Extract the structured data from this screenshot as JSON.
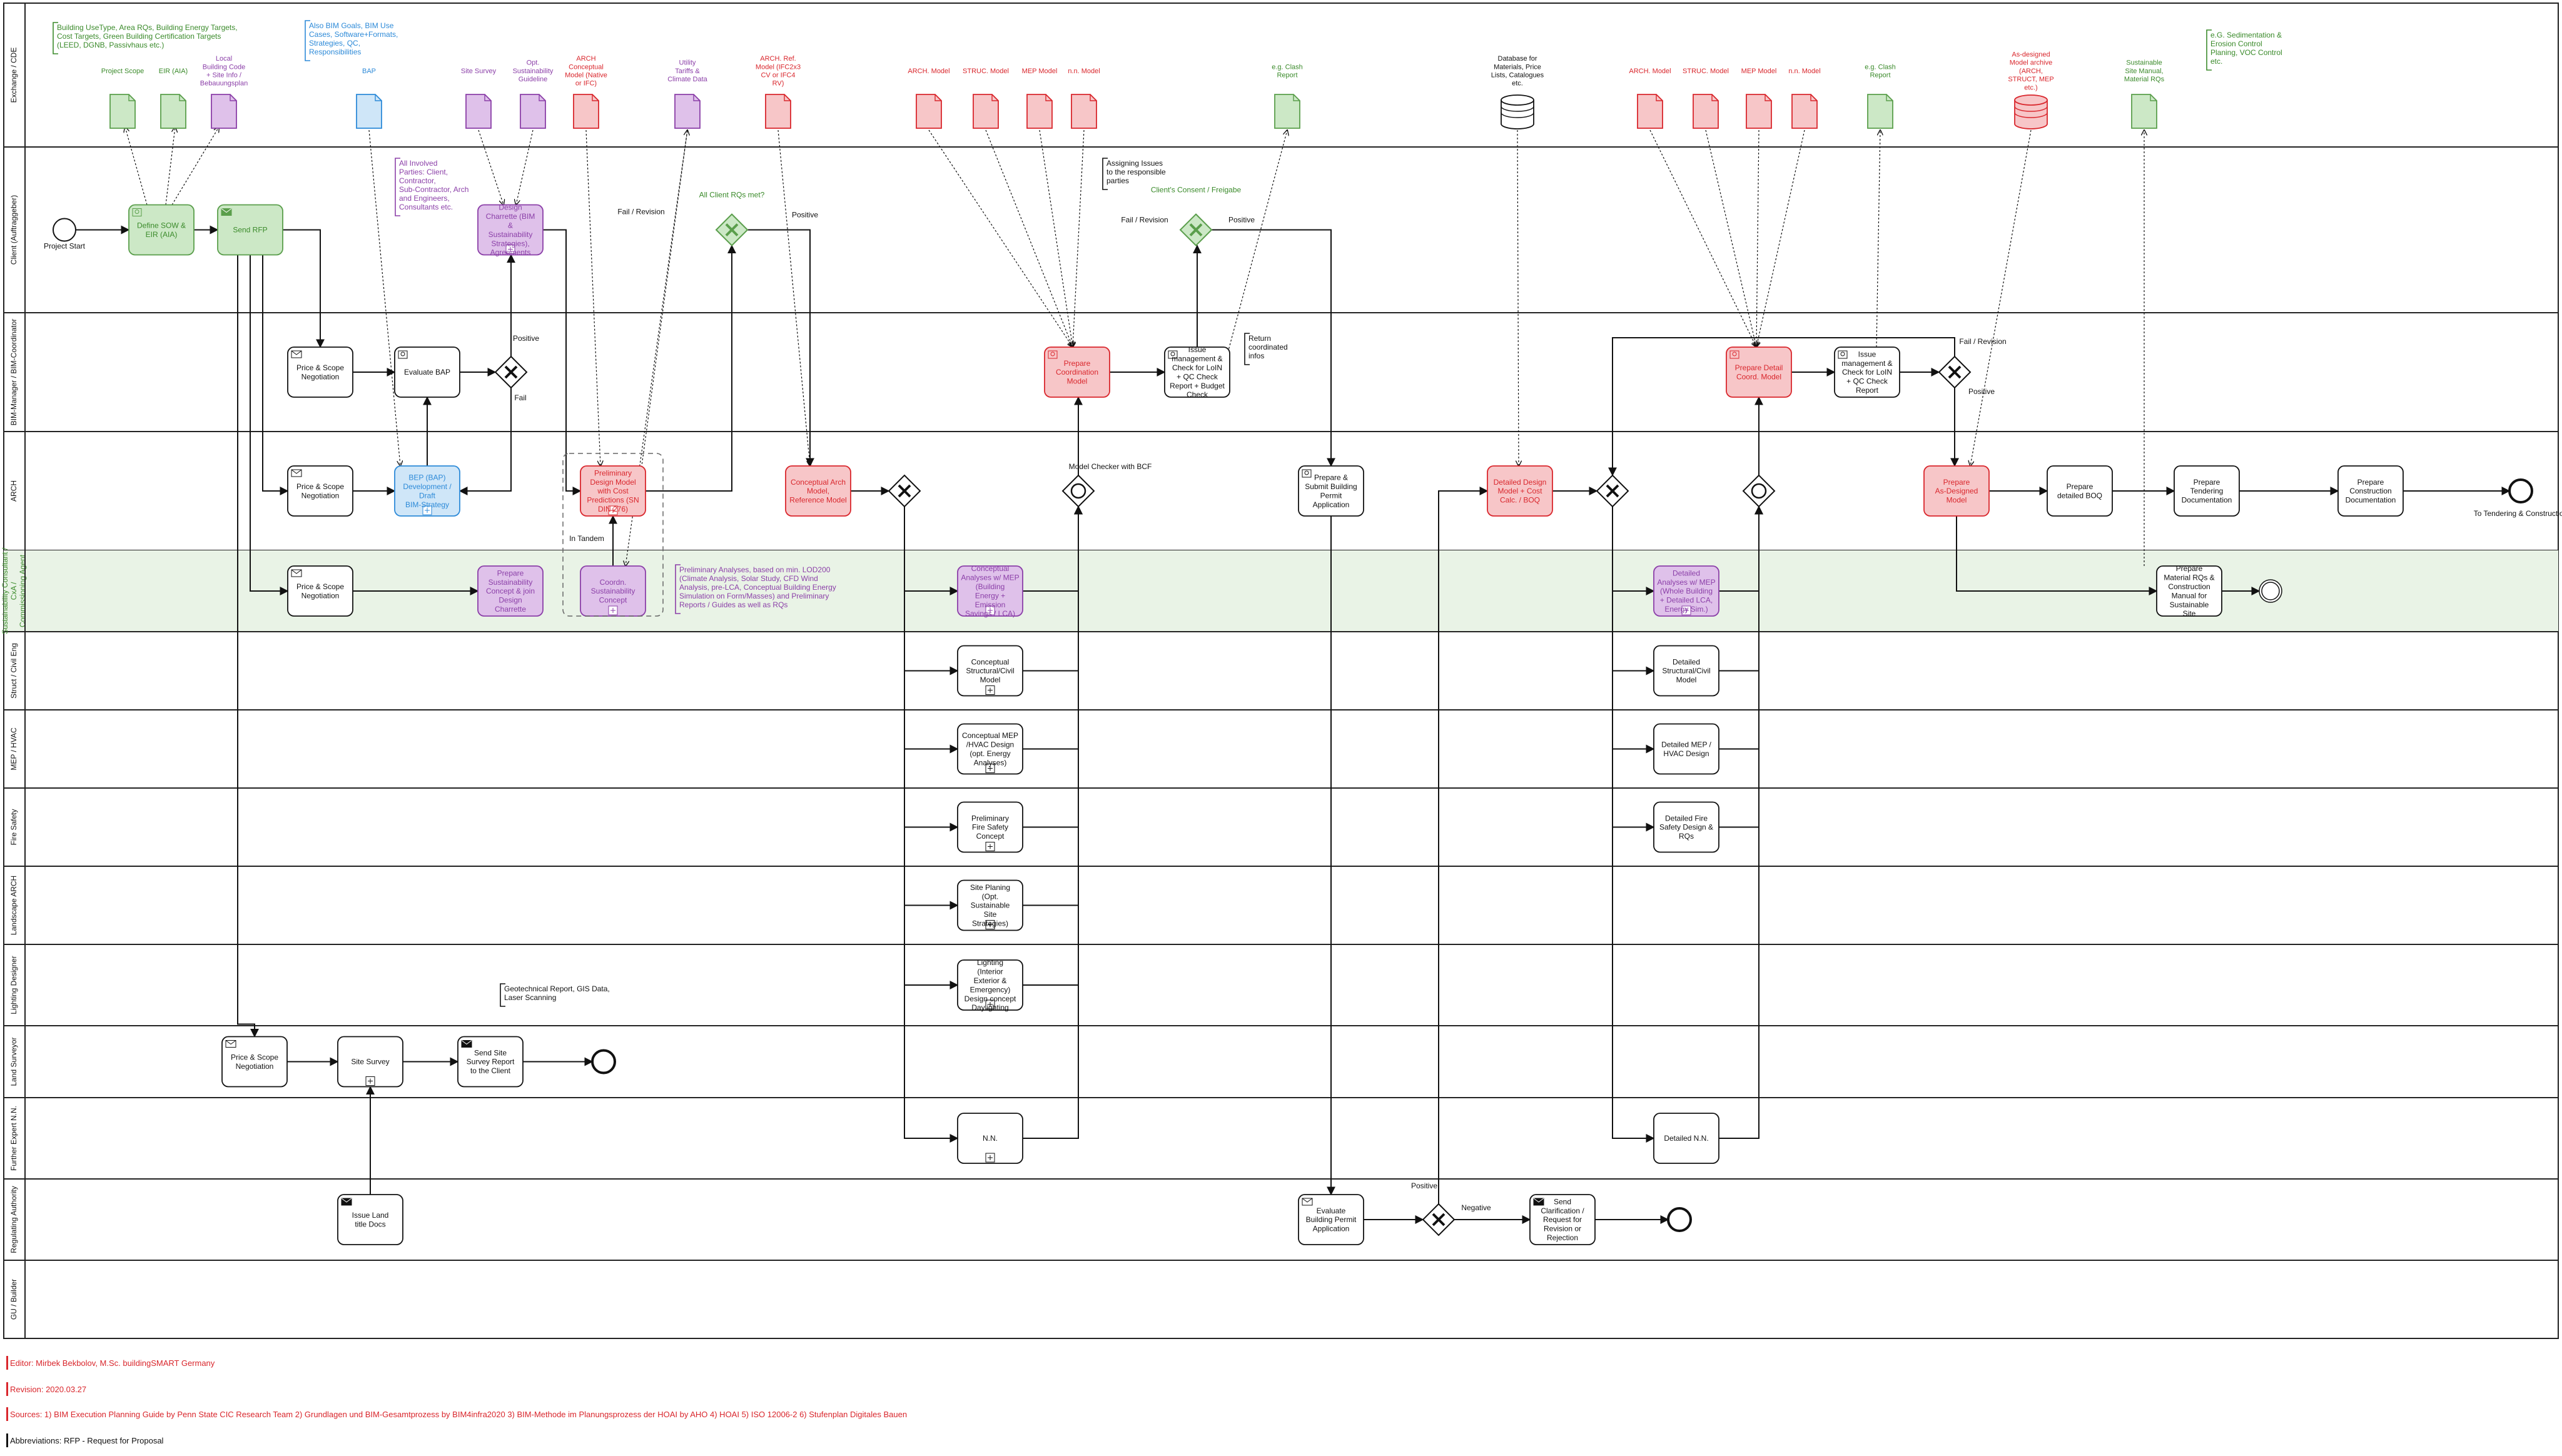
{
  "colors": {
    "lane_border": "#222222",
    "sustainability_fill": "#e9f3e6",
    "green_fill": "#cce8c6",
    "green_stroke": "#5a9e4b",
    "green_text": "#3a8a2a",
    "purple_fill": "#dfc1ea",
    "purple_stroke": "#8b3fa8",
    "purple_text": "#8b3fa8",
    "red_fill": "#f7c6c8",
    "red_stroke": "#d9262c",
    "red_text": "#d9262c",
    "blue_fill": "#cfe6f8",
    "blue_stroke": "#2d8ad8",
    "blue_text": "#2d8ad8",
    "black": "#111111"
  },
  "lanes": [
    {
      "id": "cde",
      "label": "Exchange / CDE"
    },
    {
      "id": "client",
      "label": "Client (Auftraggeber)"
    },
    {
      "id": "bim",
      "label": "BIM-Manager / BIM-Coordinator"
    },
    {
      "id": "arch",
      "label": "ARCH"
    },
    {
      "id": "sus",
      "label": "Sustainability Consultant / CxA / Commissioning Agent"
    },
    {
      "id": "struct",
      "label": "Struct / Civil Eng"
    },
    {
      "id": "mep",
      "label": "MEP / HVAC"
    },
    {
      "id": "fire",
      "label": "Fire Safety"
    },
    {
      "id": "land",
      "label": "Landscape ARCH"
    },
    {
      "id": "light",
      "label": "Lighting Designer"
    },
    {
      "id": "survey",
      "label": "Land Surveyor"
    },
    {
      "id": "further",
      "label": "Further Expert N.N."
    },
    {
      "id": "reg",
      "label": "Regulating Authority"
    },
    {
      "id": "gu",
      "label": "GU / Builder"
    }
  ],
  "cde_docs": [
    {
      "label": "Project Scope",
      "color": "green"
    },
    {
      "label": "EIR (AIA)",
      "color": "green"
    },
    {
      "label": "Local Building Code + Site Info / Bebauungsplan",
      "color": "purple"
    },
    {
      "label": "BAP",
      "color": "blue"
    },
    {
      "label": "Site Survey",
      "color": "purple"
    },
    {
      "label": "Opt. Sustainability Guideline",
      "color": "purple"
    },
    {
      "label": "ARCH Conceptual Model (Native or IFC)",
      "color": "red"
    },
    {
      "label": "Utility Tariffs & Climate Data",
      "color": "purple"
    },
    {
      "label": "ARCH. Ref. Model (IFC2x3 CV or IFC4 RV)",
      "color": "red"
    },
    {
      "label": "ARCH. Model",
      "color": "red"
    },
    {
      "label": "STRUC. Model",
      "color": "red"
    },
    {
      "label": "MEP Model",
      "color": "red"
    },
    {
      "label": "n.n. Model",
      "color": "red"
    },
    {
      "label": "e.g. Clash Report",
      "color": "green"
    },
    {
      "label": "Database for Materials, Price Lists, Catalogues etc.",
      "color": "black"
    },
    {
      "label": "ARCH. Model",
      "color": "red"
    },
    {
      "label": "STRUC. Model",
      "color": "red"
    },
    {
      "label": "MEP Model",
      "color": "red"
    },
    {
      "label": "n.n. Model",
      "color": "red"
    },
    {
      "label": "e.g. Clash Report",
      "color": "green"
    },
    {
      "label": "As-designed Model archive (ARCH, STRUCT, MEP etc.)",
      "color": "red"
    },
    {
      "label": "Sustainable Site Manual, Material RQs",
      "color": "green"
    }
  ],
  "annotations": [
    "Building UseType, Area RQs, Building Energy Targets, Cost Targets, Green Building Certification Targets (LEED, DGNB, Passivhaus etc.)",
    "Also BIM Goals, BIM Use Cases, Software+Formats, Strategies, QC, Responsibilities",
    "All Involved Parties: Client, Contractor, Sub-Contractor, Arch and Engineers, Consultants etc.",
    "Preliminary Analyses, based on min. LOD200 (Climate Analysis, Solar Study, CFD Wind Analysis, pre-LCA, Conceptual Building Energy Simulation on Form/Masses) and Preliminary Reports / Guides as well as RQs",
    "Assigning Issues to the responsible parties",
    "Return coordinated infos",
    "e.G. Sedimentation & Erosion Control Planing, VOC Control etc.",
    "Geotechnical Report, GIS Data, Laser Scanning"
  ],
  "tasks": [
    {
      "label": "Define SOW & EIR (AIA)"
    },
    {
      "label": "Send RFP"
    },
    {
      "label": "Design Charrette (BIM & Sustainability Strategies), Agreements"
    },
    {
      "label": "Price & Scope Negotiation"
    },
    {
      "label": "Evaluate BAP"
    },
    {
      "label": "Price & Scope Negotiation"
    },
    {
      "label": "BEP (BAP) Development / Draft BIM-Strategy"
    },
    {
      "label": "Preliminary Design Model with Cost Predictions (SN DIN 276)"
    },
    {
      "label": "Conceptual Arch Model, Reference Model"
    },
    {
      "label": "Price & Scope Negotiation"
    },
    {
      "label": "Prepare Sustainability Concept & join Design Charrette"
    },
    {
      "label": "Coordn. Sustainability Concept"
    },
    {
      "label": "Prepare Coordination Model"
    },
    {
      "label": "Issue management & Check for LoIN + QC Check Report + Budget Check"
    },
    {
      "label": "Conceptual Analyses w/ MEP (Building Energy + Emission Savings / LCA)"
    },
    {
      "label": "Conceptual Structural/Civil Model"
    },
    {
      "label": "Conceptual MEP /HVAC Design (opt. Energy Analyses)"
    },
    {
      "label": "Preliminary Fire Safety Concept"
    },
    {
      "label": "Site Planing (Opt. Sustainable Site Strategies)"
    },
    {
      "label": "Lighting (Interior Exterior & Emergency) Design concept Daylighting"
    },
    {
      "label": "N.N."
    },
    {
      "label": "Prepare & Submit Building Permit Application"
    },
    {
      "label": "Evaluate Building Permit Application"
    },
    {
      "label": "Send Clarification / Request for Revision or Rejection"
    },
    {
      "label": "Detailed Design Model + Cost Calc. / BOQ"
    },
    {
      "label": "Prepare Detail Coord. Model"
    },
    {
      "label": "Issue management & Check for LoIN + QC Check Report"
    },
    {
      "label": "Detailed Analyses w/ MEP (Whole Building + Detailed LCA, Energy Sim.)"
    },
    {
      "label": "Detailed Structural/Civil Model"
    },
    {
      "label": "Detailed MEP / HVAC Design"
    },
    {
      "label": "Detailed Fire Safety Design & RQs"
    },
    {
      "label": "Detailed N.N."
    },
    {
      "label": "Prepare As-Designed Model"
    },
    {
      "label": "Prepare detailed BOQ"
    },
    {
      "label": "Prepare Tendering Documentation"
    },
    {
      "label": "Prepare Construction Documentation"
    },
    {
      "label": "Prepare Material RQs & Construction Manual for Sustainable Site"
    },
    {
      "label": "Price & Scope Negotiation"
    },
    {
      "label": "Site Survey"
    },
    {
      "label": "Send Site Survey Report to the Client"
    },
    {
      "label": "Issue Land title Docs"
    }
  ],
  "labels": {
    "project_start": "Project Start",
    "to_tendering": "To Tendering & Construction",
    "fail_revision": "Fail / Revision",
    "positive": "Positive",
    "fail": "Fail",
    "negative": "Negative",
    "all_client_rqs": "All Client RQs met?",
    "clients_consent": "Client's Consent / Freigabe",
    "model_checker": "Model Checker with BCF",
    "in_tandem": "In Tandem"
  },
  "footer": {
    "editor": "Editor: Mirbek Bekbolov, M.Sc. buildingSMART Germany",
    "revision": "Revision: 2020.03.27",
    "sources": "Sources: 1) BIM Execution Planning Guide by Penn State CIC Research Team 2) Grundlagen und BIM-Gesamtprozess by BIM4infra2020 3) BIM-Methode im Planungsprozess der HOAI by AHO 4) HOAI 5) ISO 12006-2 6) Stufenplan Digitales Bauen",
    "abbreviations": "Abbreviations: RFP - Request for Proposal"
  }
}
